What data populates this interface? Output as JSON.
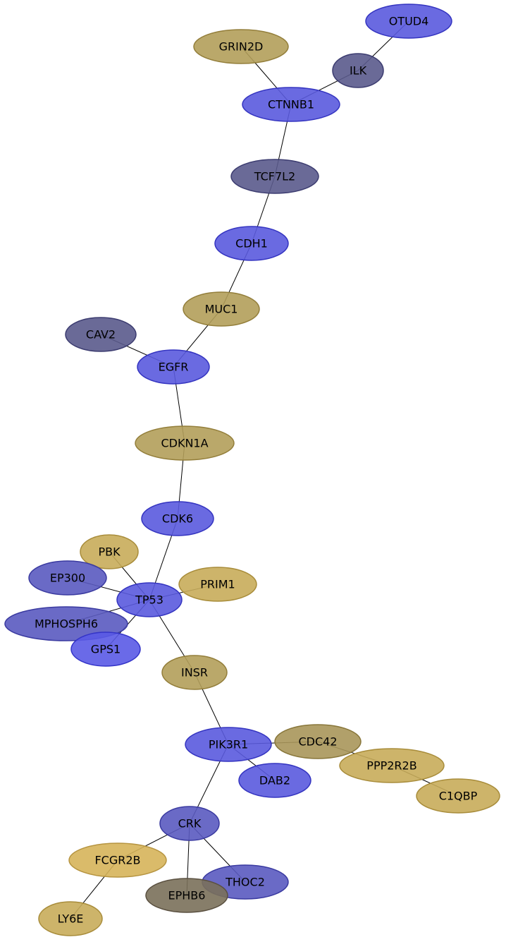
{
  "palette": {
    "blue": {
      "fill": "#5a5ade",
      "stroke": "#3434c0"
    },
    "slate": {
      "fill": "#5a5a8c",
      "stroke": "#3c3c70"
    },
    "olive": {
      "fill": "#b39e5a",
      "stroke": "#937e3a"
    },
    "gold": {
      "fill": "#d6b45a",
      "stroke": "#b69440"
    },
    "muted_gold": {
      "fill": "#c8ac5a",
      "stroke": "#a88c3a"
    },
    "bronze": {
      "fill": "#a8965a",
      "stroke": "#88763a"
    },
    "indigo": {
      "fill": "#5a5ac0",
      "stroke": "#3a3aa0"
    },
    "bright_blue": {
      "fill": "#5a5ae6",
      "stroke": "#3434c8"
    },
    "dark_olive": {
      "fill": "#7a705a",
      "stroke": "#5a5040"
    }
  },
  "nodes": [
    {
      "id": "OTUD4",
      "label": "OTUD4",
      "color": "blue"
    },
    {
      "id": "GRIN2D",
      "label": "GRIN2D",
      "color": "olive"
    },
    {
      "id": "ILK",
      "label": "ILK",
      "color": "slate"
    },
    {
      "id": "CTNNB1",
      "label": "CTNNB1",
      "color": "blue"
    },
    {
      "id": "TCF7L2",
      "label": "TCF7L2",
      "color": "slate"
    },
    {
      "id": "CDH1",
      "label": "CDH1",
      "color": "blue"
    },
    {
      "id": "MUC1",
      "label": "MUC1",
      "color": "olive"
    },
    {
      "id": "CAV2",
      "label": "CAV2",
      "color": "slate"
    },
    {
      "id": "EGFR",
      "label": "EGFR",
      "color": "blue"
    },
    {
      "id": "CDKN1A",
      "label": "CDKN1A",
      "color": "olive"
    },
    {
      "id": "CDK6",
      "label": "CDK6",
      "color": "blue"
    },
    {
      "id": "PBK",
      "label": "PBK",
      "color": "muted_gold"
    },
    {
      "id": "EP300",
      "label": "EP300",
      "color": "indigo"
    },
    {
      "id": "PRIM1",
      "label": "PRIM1",
      "color": "muted_gold"
    },
    {
      "id": "TP53",
      "label": "TP53",
      "color": "blue"
    },
    {
      "id": "MPHOSPH6",
      "label": "MPHOSPH6",
      "color": "indigo"
    },
    {
      "id": "GPS1",
      "label": "GPS1",
      "color": "bright_blue"
    },
    {
      "id": "INSR",
      "label": "INSR",
      "color": "olive"
    },
    {
      "id": "PIK3R1",
      "label": "PIK3R1",
      "color": "blue"
    },
    {
      "id": "CDC42",
      "label": "CDC42",
      "color": "bronze"
    },
    {
      "id": "PPP2R2B",
      "label": "PPP2R2B",
      "color": "muted_gold"
    },
    {
      "id": "DAB2",
      "label": "DAB2",
      "color": "blue"
    },
    {
      "id": "C1QBP",
      "label": "C1QBP",
      "color": "muted_gold"
    },
    {
      "id": "CRK",
      "label": "CRK",
      "color": "indigo"
    },
    {
      "id": "FCGR2B",
      "label": "FCGR2B",
      "color": "gold"
    },
    {
      "id": "THOC2",
      "label": "THOC2",
      "color": "indigo"
    },
    {
      "id": "EPHB6",
      "label": "EPHB6",
      "color": "dark_olive"
    },
    {
      "id": "LY6E",
      "label": "LY6E",
      "color": "muted_gold"
    }
  ],
  "edges": [
    [
      "OTUD4",
      "ILK"
    ],
    [
      "ILK",
      "CTNNB1"
    ],
    [
      "GRIN2D",
      "CTNNB1"
    ],
    [
      "CTNNB1",
      "TCF7L2"
    ],
    [
      "TCF7L2",
      "CDH1"
    ],
    [
      "CDH1",
      "MUC1"
    ],
    [
      "MUC1",
      "EGFR"
    ],
    [
      "CAV2",
      "EGFR"
    ],
    [
      "EGFR",
      "CDKN1A"
    ],
    [
      "CDKN1A",
      "CDK6"
    ],
    [
      "CDK6",
      "TP53"
    ],
    [
      "PBK",
      "TP53"
    ],
    [
      "EP300",
      "TP53"
    ],
    [
      "PRIM1",
      "TP53"
    ],
    [
      "MPHOSPH6",
      "TP53"
    ],
    [
      "GPS1",
      "TP53"
    ],
    [
      "TP53",
      "INSR"
    ],
    [
      "INSR",
      "PIK3R1"
    ],
    [
      "PIK3R1",
      "CDC42"
    ],
    [
      "PIK3R1",
      "DAB2"
    ],
    [
      "CDC42",
      "PPP2R2B"
    ],
    [
      "PPP2R2B",
      "C1QBP"
    ],
    [
      "PIK3R1",
      "CRK"
    ],
    [
      "CRK",
      "FCGR2B"
    ],
    [
      "CRK",
      "THOC2"
    ],
    [
      "CRK",
      "EPHB6"
    ],
    [
      "FCGR2B",
      "LY6E"
    ]
  ]
}
